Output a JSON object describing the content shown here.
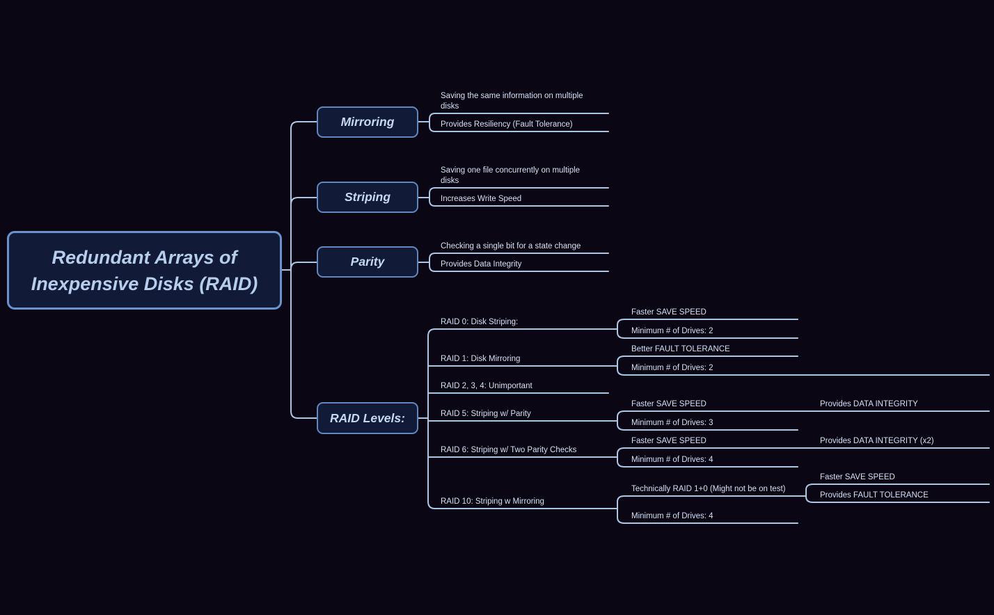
{
  "canvas": {
    "background_color": "#0b0614",
    "edge_color": "#aec6e6",
    "node_fill_color": "#111b38",
    "node_border_color": "#5f87c0",
    "root_border_color": "#6b92cc",
    "text_color": "#d3e0f2"
  },
  "map": {
    "root": {
      "label": "Redundant Arrays of Inexpensive Disks (RAID)"
    },
    "branches": [
      {
        "label": "Mirroring",
        "children": [
          {
            "label": "Saving the same information on multiple disks"
          },
          {
            "label": "Provides Resiliency (Fault Tolerance)"
          }
        ]
      },
      {
        "label": "Striping",
        "children": [
          {
            "label": "Saving one file concurrently on multiple disks"
          },
          {
            "label": "Increases Write Speed"
          }
        ]
      },
      {
        "label": "Parity",
        "children": [
          {
            "label": "Checking a single bit for a state change"
          },
          {
            "label": "Provides Data Integrity"
          }
        ]
      },
      {
        "label": "RAID Levels:",
        "children": [
          {
            "label": "RAID 0: Disk Striping:",
            "children": [
              {
                "label": "Faster SAVE SPEED"
              },
              {
                "label": "Minimum # of Drives: 2"
              }
            ]
          },
          {
            "label": "RAID 1: Disk Mirroring",
            "children": [
              {
                "label": "Better FAULT TOLERANCE"
              },
              {
                "label": "Minimum # of Drives: 2"
              }
            ]
          },
          {
            "label": "RAID 2, 3, 4: Unimportant"
          },
          {
            "label": "RAID 5: Striping w/ Parity",
            "children": [
              {
                "label": "Faster SAVE SPEED",
                "children": [
                  {
                    "label": "Provides DATA INTEGRITY"
                  }
                ]
              },
              {
                "label": "Minimum # of Drives: 3"
              }
            ]
          },
          {
            "label": "RAID 6: Striping w/ Two Parity Checks",
            "children": [
              {
                "label": "Faster SAVE SPEED",
                "children": [
                  {
                    "label": "Provides DATA INTEGRITY (x2)"
                  }
                ]
              },
              {
                "label": "Minimum # of Drives: 4"
              }
            ]
          },
          {
            "label": "RAID 10: Striping w Mirroring",
            "children": [
              {
                "label": "Technically RAID 1+0 (Might not be on test)",
                "children": [
                  {
                    "label": "Faster SAVE SPEED"
                  },
                  {
                    "label": "Provides FAULT TOLERANCE"
                  }
                ]
              },
              {
                "label": "Minimum # of Drives: 4"
              }
            ]
          }
        ]
      }
    ]
  }
}
